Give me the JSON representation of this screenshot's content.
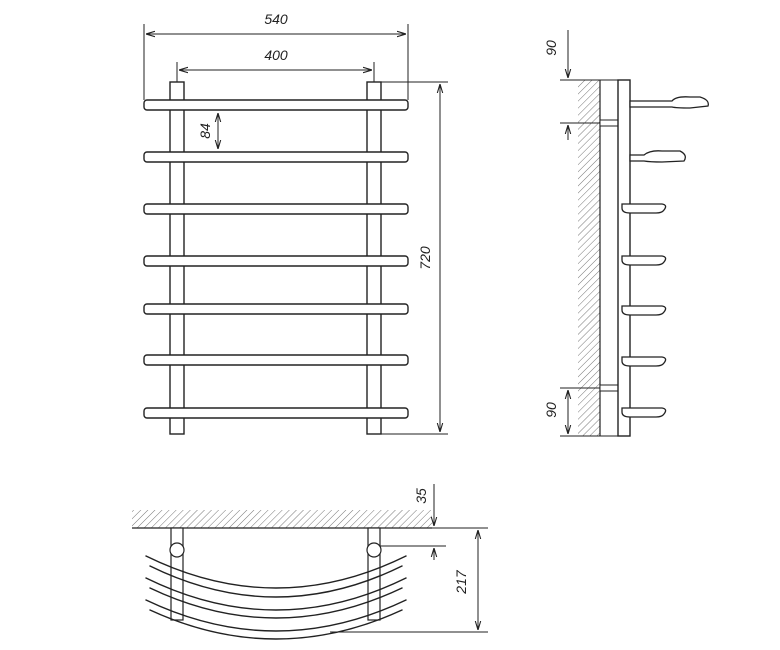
{
  "dimensions": {
    "overall_width": "540",
    "mount_spacing": "400",
    "rail_spacing": "84",
    "overall_height": "720",
    "top_offset": "90",
    "bottom_offset": "90",
    "wall_gap": "35",
    "depth": "217"
  },
  "rail_count": 7
}
